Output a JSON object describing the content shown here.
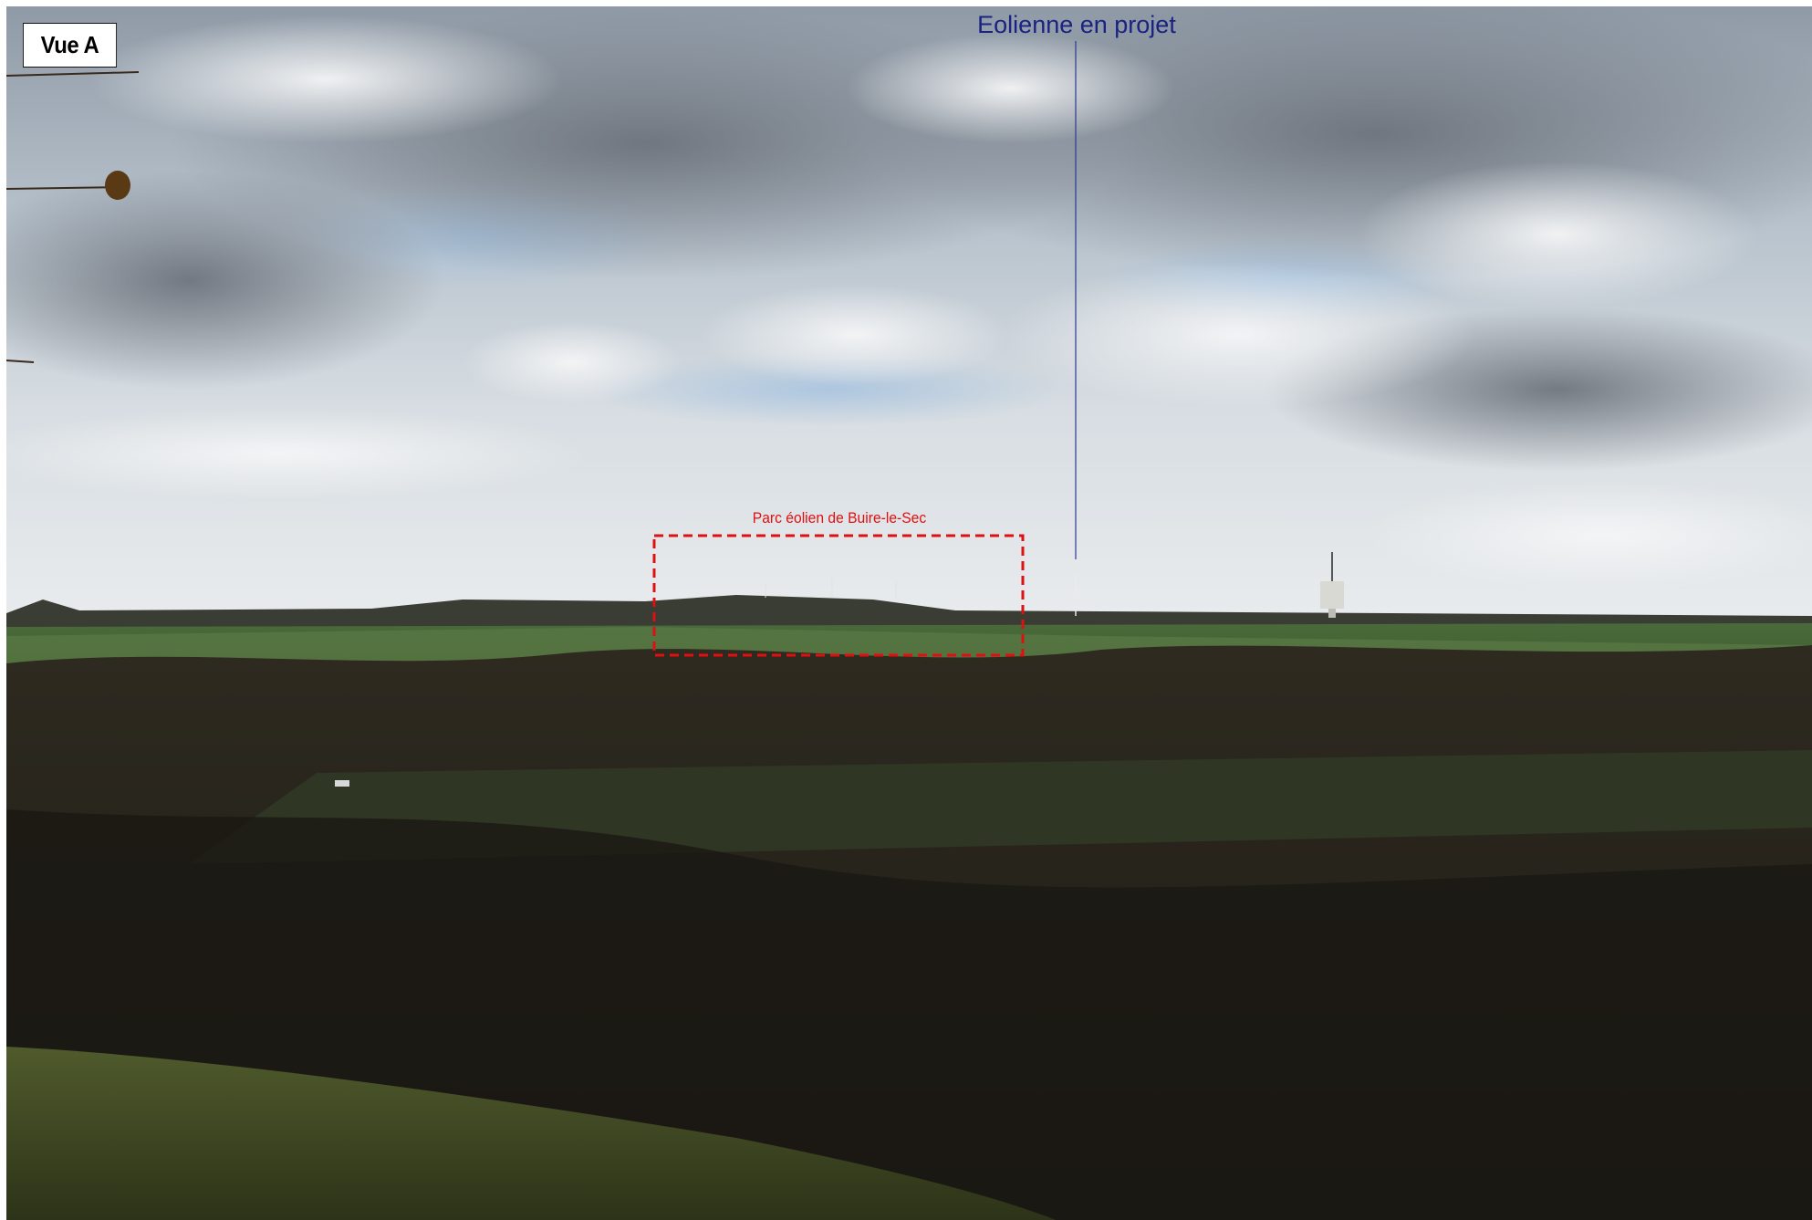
{
  "view_label": "Vue A",
  "turbine_label": "Eolienne en projet",
  "park_label": "Parc éolien de Buire-le-Sec",
  "colors": {
    "turbine_label": "#1a2380",
    "park_annotation": "#e01010",
    "view_label_border": "#111111"
  },
  "icons": {
    "turbine": "wind-turbine-icon",
    "water_tower": "water-tower-icon"
  }
}
